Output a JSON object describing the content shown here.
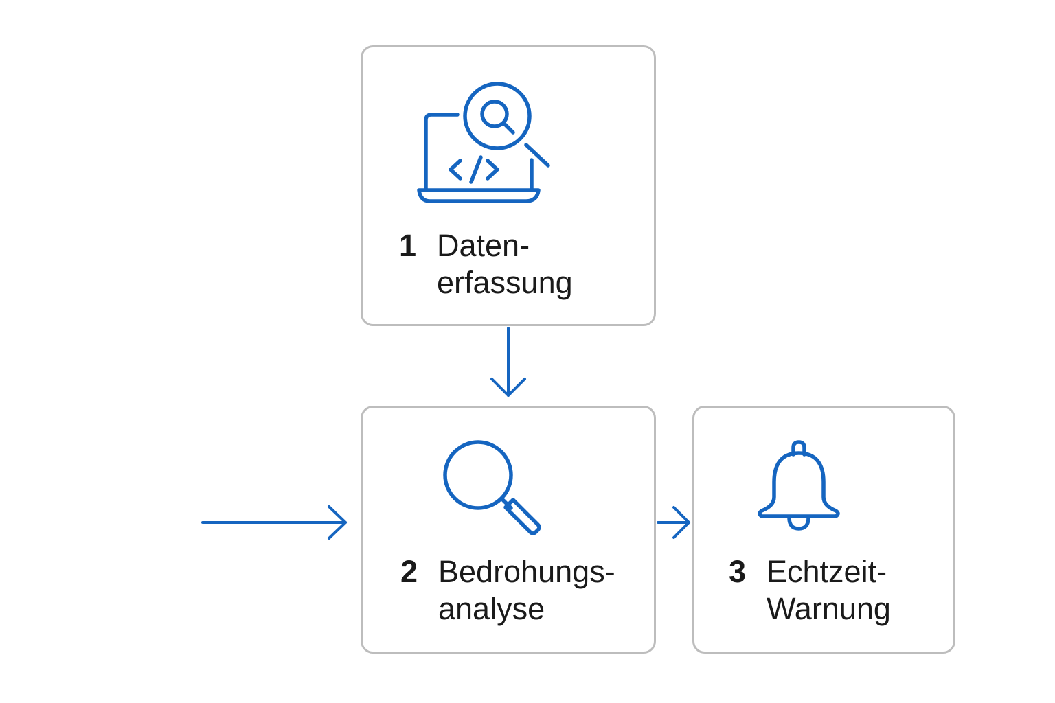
{
  "diagram": {
    "accent_color": "#1565c0",
    "border_color": "#bdbdbd",
    "steps": [
      {
        "number": "1",
        "line1": "Daten-",
        "line2": "erfassung",
        "icon": "laptop-code-search-icon"
      },
      {
        "number": "2",
        "line1": "Bedrohungs-",
        "line2": "analyse",
        "icon": "magnifier-icon"
      },
      {
        "number": "3",
        "line1": "Echtzeit-",
        "line2": "Warnung",
        "icon": "bell-icon"
      }
    ],
    "connections": [
      {
        "from": "input",
        "to": "2"
      },
      {
        "from": "1",
        "to": "2"
      },
      {
        "from": "2",
        "to": "3"
      }
    ]
  }
}
